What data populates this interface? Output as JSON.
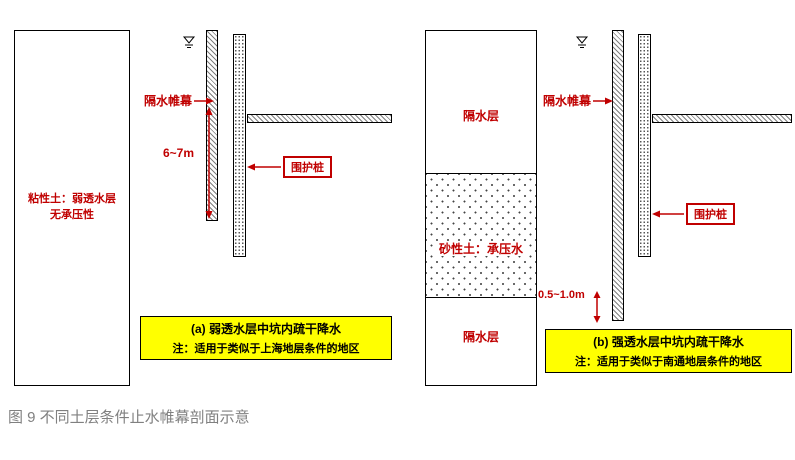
{
  "colors": {
    "red": "#c00000",
    "yellow": "#ffff00",
    "caption_gray": "#808080"
  },
  "caption": "图 9 不同土层条件止水帷幕剖面示意",
  "diagram_a": {
    "soil_label": [
      "粘性土：弱透水层",
      "无承压性"
    ],
    "curtain_label": "隔水帷幕",
    "pile_label": "围护桩",
    "depth_dimension": "6~7m",
    "note_title": "(a) 弱透水层中坑内疏干降水",
    "note_text": "注：适用于类似于上海地层条件的地区"
  },
  "diagram_b": {
    "upper_layer_label": "隔水层",
    "middle_layer_label": "砂性土：承压水",
    "lower_layer_label": "隔水层",
    "curtain_label": "隔水帷幕",
    "pile_label": "围护桩",
    "embed_dimension": "0.5~1.0m",
    "note_title": "(b) 强透水层中坑内疏干降水",
    "note_text": "注：适用于类似于南通地层条件的地区"
  }
}
